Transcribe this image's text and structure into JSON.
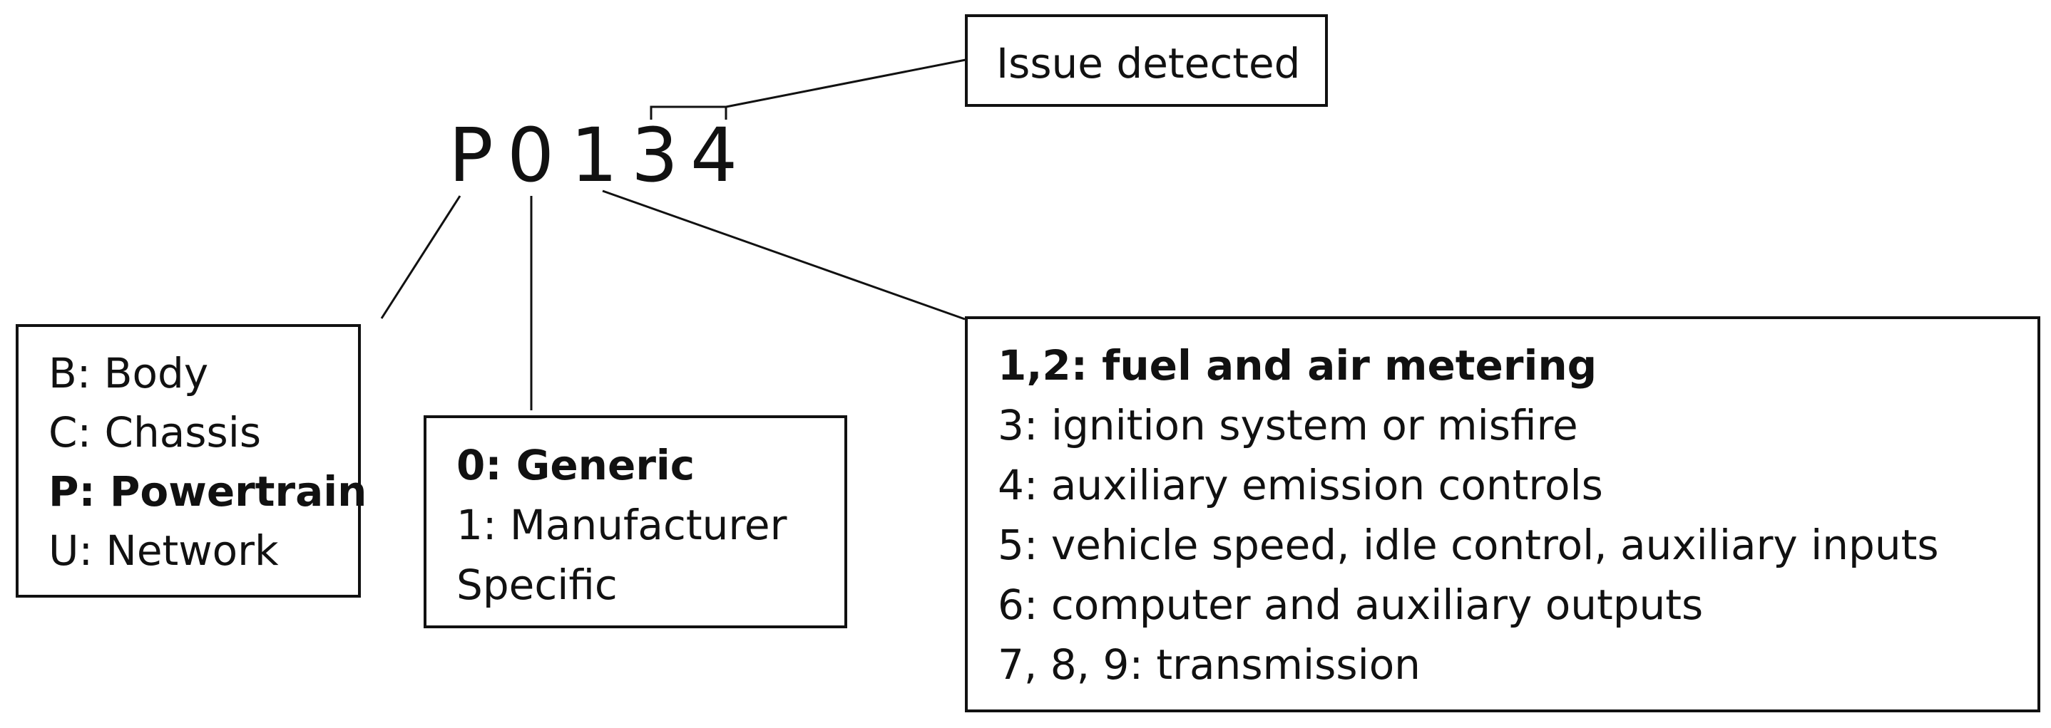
{
  "code": {
    "characters": [
      "P",
      "0",
      "1",
      "3",
      "4"
    ]
  },
  "issue_box": {
    "label": "Issue detected"
  },
  "category_box": {
    "lines": [
      {
        "text": "B: Body",
        "bold": false
      },
      {
        "text": "C: Chassis",
        "bold": false
      },
      {
        "text": "P: Powertrain",
        "bold": true
      },
      {
        "text": "U: Network",
        "bold": false
      }
    ]
  },
  "type_box": {
    "lines": [
      {
        "text": "0: Generic",
        "bold": true
      },
      {
        "text": "1: Manufacturer",
        "bold": false
      },
      {
        "text": "Specific",
        "bold": false
      }
    ]
  },
  "subsystem_box": {
    "lines": [
      {
        "text": "1,2: fuel and air metering",
        "bold": true
      },
      {
        "text": "3: ignition system or misfire",
        "bold": false
      },
      {
        "text": "4: auxiliary emission controls",
        "bold": false
      },
      {
        "text": "5: vehicle speed, idle control, auxiliary inputs",
        "bold": false
      },
      {
        "text": "6: computer and auxiliary outputs",
        "bold": false
      },
      {
        "text": "7, 8, 9: transmission",
        "bold": false
      }
    ]
  }
}
